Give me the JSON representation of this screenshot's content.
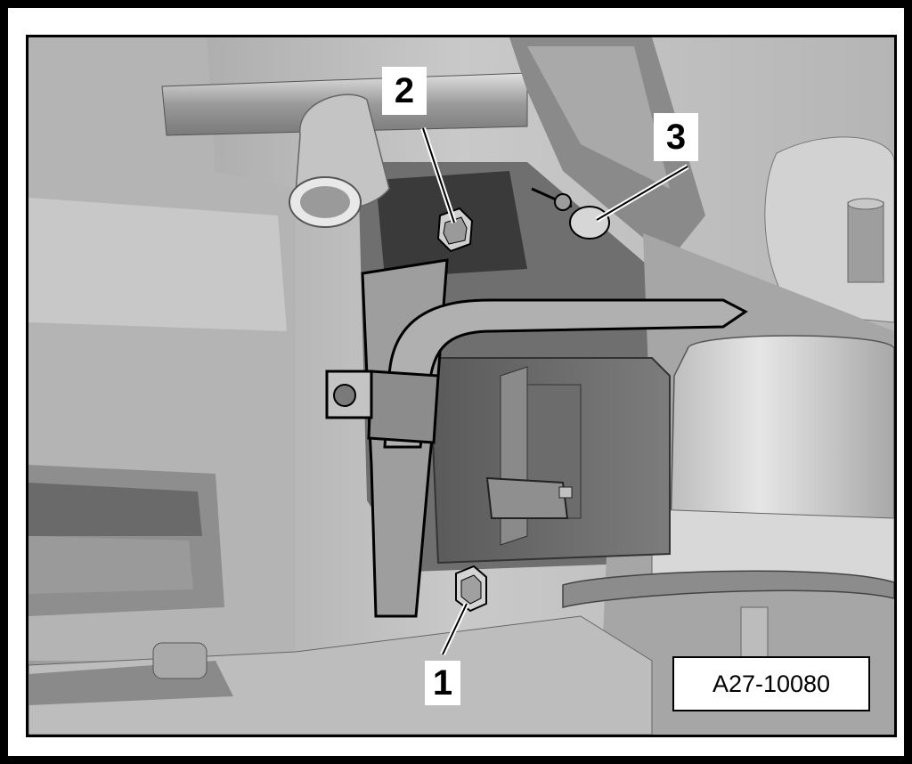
{
  "figure": {
    "reference_code": "A27-10080",
    "callouts": [
      {
        "number": "1",
        "part": "nut"
      },
      {
        "number": "2",
        "part": "nut"
      },
      {
        "number": "3",
        "part": "bolt"
      }
    ]
  },
  "colors": {
    "border": "#000000",
    "background": "#ffffff",
    "drawing_base": "#cfcfcf"
  }
}
